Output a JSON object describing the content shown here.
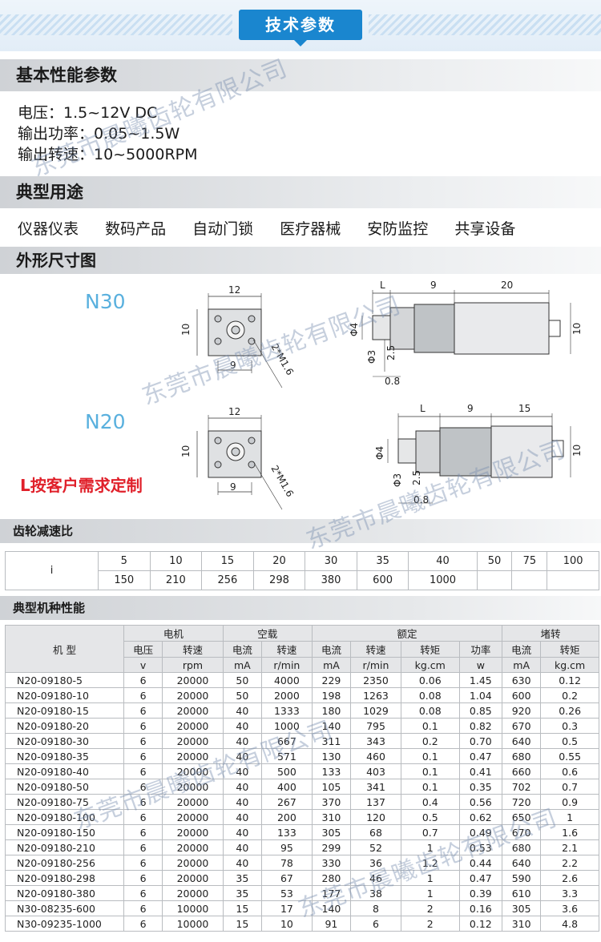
{
  "banner": {
    "title": "技术参数"
  },
  "basic": {
    "heading": "基本性能参数",
    "lines": [
      "电压：1.5~12V DC",
      "输出功率：0.05~1.5W",
      "输出转速：10~5000RPM"
    ]
  },
  "uses": {
    "heading": "典型用途",
    "items": [
      "仪器仪表",
      "数码产品",
      "自动门锁",
      "医疗器械",
      "安防监控",
      "共享设备"
    ]
  },
  "dimensions": {
    "heading": "外形尺寸图",
    "models": [
      "N30",
      "N20"
    ],
    "labels": {
      "width": "12",
      "height": "10",
      "hole_span": "9",
      "screws": "2*M1.6",
      "l": "L",
      "gear_len": "9",
      "n30_motor_len": "20",
      "n20_motor_len": "15",
      "shaft_d": "Φ4",
      "shaft_flat": "Φ3",
      "flat": "2.5",
      "shaft_tip": "0.8",
      "motor_h": "10"
    },
    "custom_note": "L按客户需求定制"
  },
  "ratio": {
    "heading": "齿轮减速比",
    "label": "i",
    "row1": [
      "5",
      "10",
      "15",
      "20",
      "30",
      "35",
      "40",
      "50",
      "75",
      "100"
    ],
    "row2": [
      "150",
      "210",
      "256",
      "298",
      "380",
      "600",
      "1000",
      "",
      "",
      ""
    ]
  },
  "performance": {
    "heading": "典型机种性能",
    "groups": {
      "model": "机 型",
      "motor": "电机",
      "noload": "空载",
      "rated": "额定",
      "stall": "堵转"
    },
    "subs": [
      "电压",
      "转速",
      "电流",
      "转速",
      "电流",
      "转速",
      "转矩",
      "功率",
      "电流",
      "转矩"
    ],
    "units": [
      "v",
      "rpm",
      "mA",
      "r/min",
      "mA",
      "r/min",
      "kg.cm",
      "w",
      "mA",
      "kg.cm"
    ],
    "rows": [
      [
        "N20-09180-5",
        "6",
        "20000",
        "50",
        "4000",
        "229",
        "2350",
        "0.06",
        "1.45",
        "630",
        "0.12"
      ],
      [
        "N20-09180-10",
        "6",
        "20000",
        "50",
        "2000",
        "198",
        "1263",
        "0.08",
        "1.04",
        "600",
        "0.2"
      ],
      [
        "N20-09180-15",
        "6",
        "20000",
        "40",
        "1333",
        "180",
        "1029",
        "0.08",
        "0.85",
        "920",
        "0.26"
      ],
      [
        "N20-09180-20",
        "6",
        "20000",
        "40",
        "1000",
        "140",
        "795",
        "0.1",
        "0.82",
        "670",
        "0.3"
      ],
      [
        "N20-09180-30",
        "6",
        "20000",
        "40",
        "667",
        "311",
        "343",
        "0.2",
        "0.70",
        "640",
        "0.5"
      ],
      [
        "N20-09180-35",
        "6",
        "20000",
        "40",
        "571",
        "130",
        "460",
        "0.1",
        "0.47",
        "680",
        "0.55"
      ],
      [
        "N20-09180-40",
        "6",
        "20000",
        "40",
        "500",
        "133",
        "403",
        "0.1",
        "0.41",
        "660",
        "0.6"
      ],
      [
        "N20-09180-50",
        "6",
        "20000",
        "40",
        "400",
        "105",
        "341",
        "0.1",
        "0.35",
        "702",
        "0.7"
      ],
      [
        "N20-09180-75",
        "6",
        "20000",
        "40",
        "267",
        "370",
        "137",
        "0.4",
        "0.56",
        "720",
        "0.9"
      ],
      [
        "N20-09180-100",
        "6",
        "20000",
        "40",
        "200",
        "310",
        "120",
        "0.5",
        "0.62",
        "650",
        "1"
      ],
      [
        "N20-09180-150",
        "6",
        "20000",
        "40",
        "133",
        "305",
        "68",
        "0.7",
        "0.49",
        "670",
        "1.6"
      ],
      [
        "N20-09180-210",
        "6",
        "20000",
        "40",
        "95",
        "299",
        "52",
        "1",
        "0.53",
        "680",
        "2.1"
      ],
      [
        "N20-09180-256",
        "6",
        "20000",
        "40",
        "78",
        "330",
        "36",
        "1.2",
        "0.44",
        "640",
        "2.2"
      ],
      [
        "N20-09180-298",
        "6",
        "20000",
        "35",
        "67",
        "280",
        "46",
        "1",
        "0.47",
        "590",
        "2.6"
      ],
      [
        "N20-09180-380",
        "6",
        "20000",
        "35",
        "53",
        "177",
        "38",
        "1",
        "0.39",
        "610",
        "3.3"
      ],
      [
        "N30-08235-600",
        "6",
        "10000",
        "15",
        "17",
        "140",
        "8",
        "2",
        "0.16",
        "305",
        "3.6"
      ],
      [
        "N30-09235-1000",
        "6",
        "10000",
        "15",
        "10",
        "91",
        "6",
        "2",
        "0.12",
        "310",
        "4.8"
      ]
    ]
  },
  "watermark": "东莞市晨曦齿轮有限公司"
}
